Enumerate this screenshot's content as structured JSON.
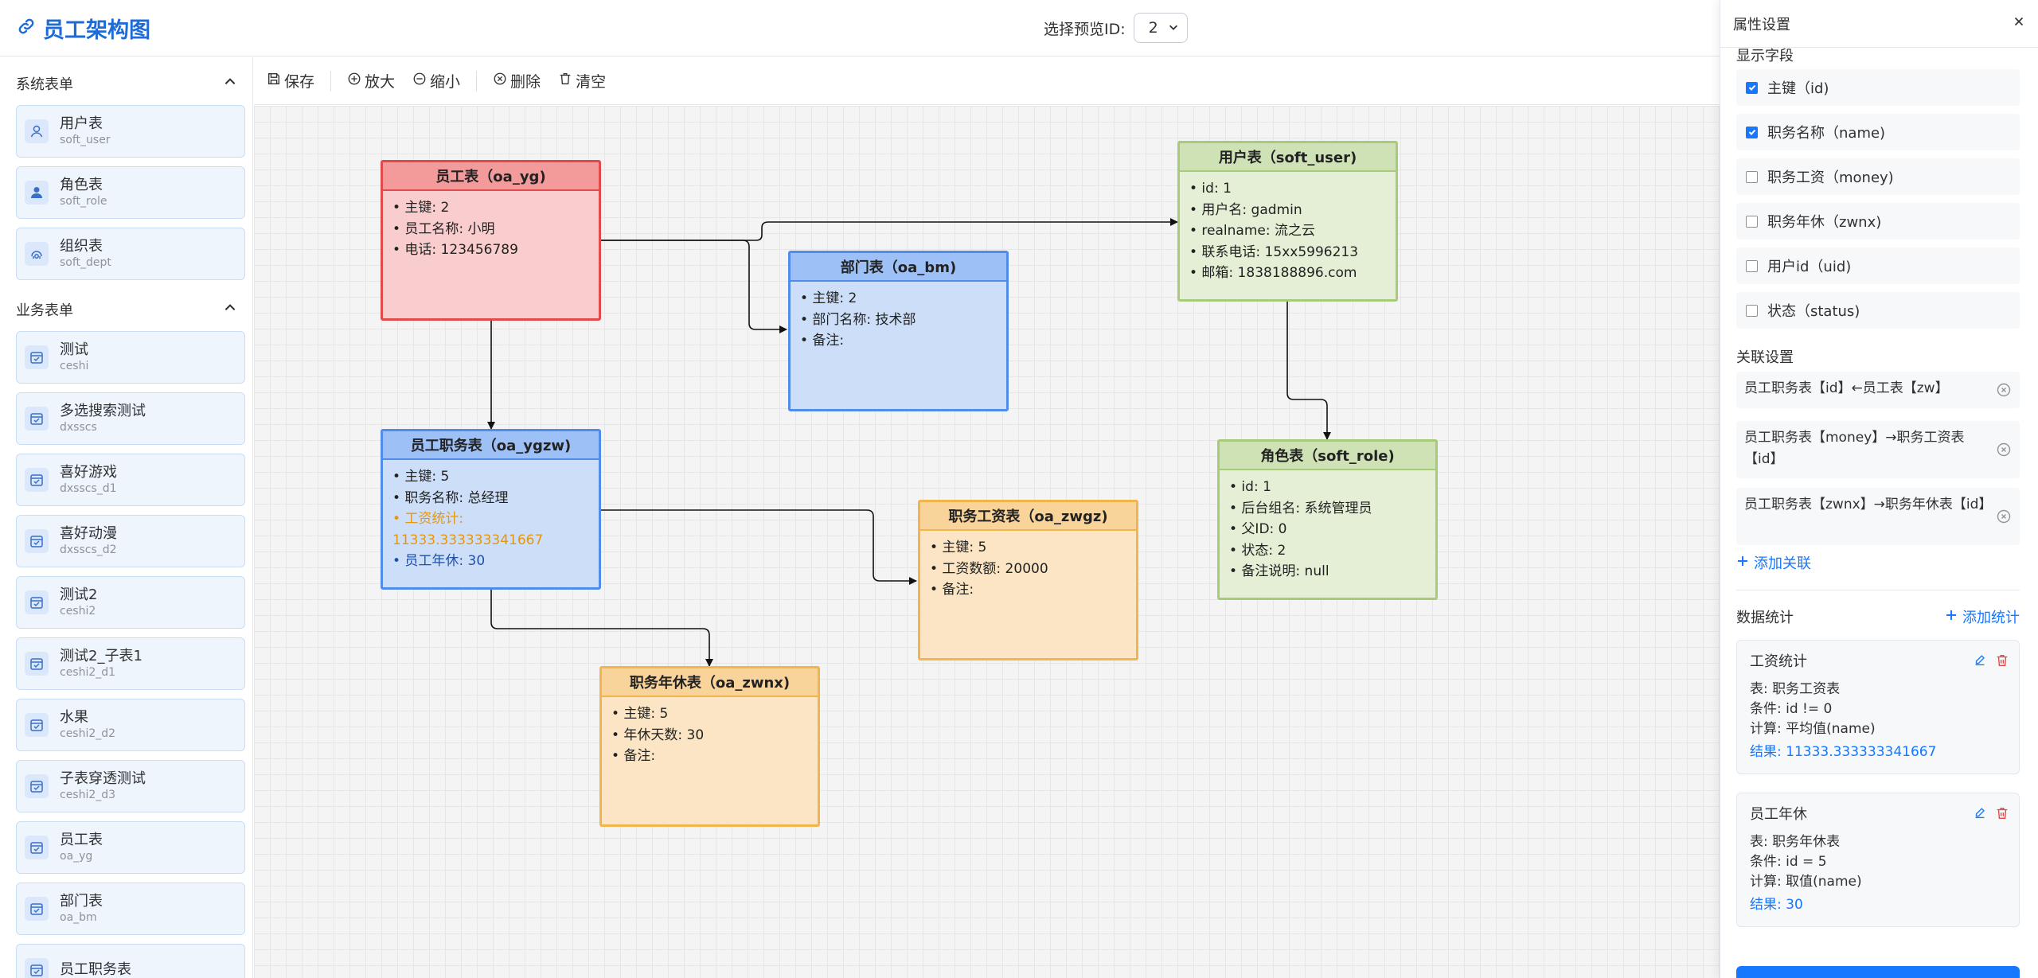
{
  "app": {
    "title": "员工架构图"
  },
  "preview": {
    "label": "选择预览ID:",
    "selected": "2"
  },
  "sidebar": {
    "groups": [
      {
        "label": "系统表单",
        "items": [
          {
            "name": "用户表",
            "code": "soft_user",
            "icon": "user-icon"
          },
          {
            "name": "角色表",
            "code": "soft_role",
            "icon": "role-icon"
          },
          {
            "name": "组织表",
            "code": "soft_dept",
            "icon": "org-icon"
          }
        ]
      },
      {
        "label": "业务表单",
        "items": [
          {
            "name": "测试",
            "code": "ceshi",
            "icon": "form-icon"
          },
          {
            "name": "多选搜索测试",
            "code": "dxsscs",
            "icon": "form-icon"
          },
          {
            "name": "喜好游戏",
            "code": "dxsscs_d1",
            "icon": "form-icon"
          },
          {
            "name": "喜好动漫",
            "code": "dxsscs_d2",
            "icon": "form-icon"
          },
          {
            "name": "测试2",
            "code": "ceshi2",
            "icon": "form-icon"
          },
          {
            "name": "测试2_子表1",
            "code": "ceshi2_d1",
            "icon": "form-icon"
          },
          {
            "name": "水果",
            "code": "ceshi2_d2",
            "icon": "form-icon"
          },
          {
            "name": "子表穿透测试",
            "code": "ceshi2_d3",
            "icon": "form-icon"
          },
          {
            "name": "员工表",
            "code": "oa_yg",
            "icon": "form-icon"
          },
          {
            "name": "部门表",
            "code": "oa_bm",
            "icon": "form-icon"
          },
          {
            "name": "员工职务表",
            "code": "",
            "icon": "form-icon"
          }
        ]
      }
    ]
  },
  "toolbar": {
    "save": "保存",
    "zoom_in": "放大",
    "zoom_out": "缩小",
    "delete": "删除",
    "clear": "清空"
  },
  "nodes": [
    {
      "id": "oa_yg",
      "title": "员工表（oa_yg)",
      "color": "red",
      "rows": [
        {
          "text": "• 主键: 2"
        },
        {
          "text": "• 员工名称: 小明"
        },
        {
          "text": "• 电话: 123456789"
        }
      ]
    },
    {
      "id": "oa_bm",
      "title": "部门表（oa_bm)",
      "color": "blue",
      "rows": [
        {
          "text": "• 主键: 2"
        },
        {
          "text": "• 部门名称: 技术部"
        },
        {
          "text": "• 备注:"
        }
      ]
    },
    {
      "id": "soft_user",
      "title": "用户表（soft_user)",
      "color": "green",
      "rows": [
        {
          "text": "• id: 1"
        },
        {
          "text": "• 用户名: gadmin"
        },
        {
          "text": "• realname: 流之云"
        },
        {
          "text": "• 联系电话: 15xx5996213"
        },
        {
          "text": "• 邮箱: 1838188896.com"
        }
      ]
    },
    {
      "id": "oa_ygzw",
      "title": "员工职务表（oa_ygzw)",
      "color": "blue",
      "rows": [
        {
          "text": "• 主键: 5"
        },
        {
          "text": "• 职务名称: 总经理"
        },
        {
          "text": "• 工资统计:",
          "style": "orange"
        },
        {
          "text": "11333.333333341667",
          "style": "orange"
        },
        {
          "text": "• 员工年休: 30",
          "style": "blue"
        }
      ]
    },
    {
      "id": "oa_zwgz",
      "title": "职务工资表（oa_zwgz)",
      "color": "orange",
      "rows": [
        {
          "text": "• 主键: 5"
        },
        {
          "text": "• 工资数额: 20000"
        },
        {
          "text": "• 备注:"
        }
      ]
    },
    {
      "id": "soft_role",
      "title": "角色表（soft_role)",
      "color": "green",
      "rows": [
        {
          "text": "• id: 1"
        },
        {
          "text": "• 后台组名: 系统管理员"
        },
        {
          "text": "• 父ID: 0"
        },
        {
          "text": "• 状态: 2"
        },
        {
          "text": "• 备注说明: null"
        }
      ]
    },
    {
      "id": "oa_zwnx",
      "title": "职务年休表（oa_zwnx)",
      "color": "orange",
      "rows": [
        {
          "text": "• 主键: 5"
        },
        {
          "text": "• 年休天数: 30"
        },
        {
          "text": "• 备注:"
        }
      ]
    }
  ],
  "panel": {
    "title": "属性设置",
    "fields_label": "显示字段",
    "fields": [
      {
        "label": "主键（id)",
        "checked": true
      },
      {
        "label": "职务名称（name)",
        "checked": true
      },
      {
        "label": "职务工资（money)",
        "checked": false
      },
      {
        "label": "职务年休（zwnx)",
        "checked": false
      },
      {
        "label": "用户id（uid)",
        "checked": false
      },
      {
        "label": "状态（status)",
        "checked": false
      }
    ],
    "relations_label": "关联设置",
    "relations": [
      {
        "text": "员工职务表【id】←员工表【zw】"
      },
      {
        "text": "员工职务表【money】→职务工资表【id】"
      },
      {
        "text": "员工职务表【zwnx】→职务年休表【id】"
      }
    ],
    "add_relation": "添加关联",
    "stats_label": "数据统计",
    "add_stat": "添加统计",
    "stats": [
      {
        "title": "工资统计",
        "table": "表: 职务工资表",
        "cond": "条件: id != 0",
        "calc": "计算: 平均值(name)",
        "result": "结果: 11333.333333341667"
      },
      {
        "title": "员工年休",
        "table": "表: 职务年休表",
        "cond": "条件: id = 5",
        "calc": "计算: 取值(name)",
        "result": "结果: 30"
      }
    ]
  }
}
